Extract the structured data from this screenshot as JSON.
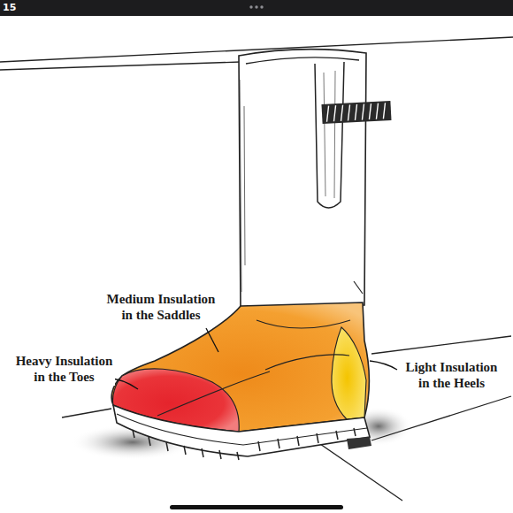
{
  "diagram": {
    "labels": [
      "15",
      "Medium Insulation in the Saddles",
      "Heavy Insulation in the Toes",
      "Light Insulation in the Heels"
    ]
  }
}
